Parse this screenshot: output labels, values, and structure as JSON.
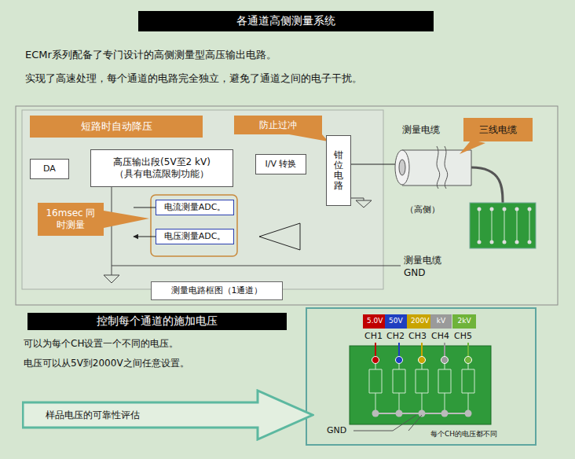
{
  "diagram": {
    "title": "各通道高侧测量系统",
    "nodes": [
      {
        "text": [
          "短路时自动降压"
        ]
      },
      {
        "text": [
          "防止过冲"
        ]
      },
      {
        "text": [
          "DA"
        ]
      },
      {
        "text": [
          "高压输出段(5V至2 kV)",
          "（具有电流限制功能）"
        ]
      },
      {
        "text": [
          "I/V 转换"
        ]
      },
      {
        "text": [
          "钳位电路"
        ]
      },
      {
        "text": [
          "电流测量ADC。"
        ]
      },
      {
        "text": [
          "电压测量ADC。"
        ]
      },
      {
        "text": [
          "16msec 同时测量"
        ]
      },
      {
        "text": [
          "三线电缆"
        ]
      },
      {
        "text": [
          "测量电路框图（1通道）"
        ]
      },
      {
        "text": [
          "控制每个通道的施加电压"
        ]
      },
      {
        "text": [
          "样品电压的可靠性评估"
        ]
      },
      {
        "text": [
          "5.0V"
        ]
      },
      {
        "text": [
          "50V"
        ]
      },
      {
        "text": [
          "200V"
        ]
      },
      {
        "text": [
          "kV"
        ]
      },
      {
        "text": [
          "2kV"
        ]
      }
    ],
    "edges": [
      {
        "from": 2,
        "to": 3,
        "arrow": "to"
      },
      {
        "from": 3,
        "to": 4,
        "arrow": "none"
      },
      {
        "from": 4,
        "to": 5,
        "arrow": "none"
      },
      {
        "from": 4,
        "to": 6,
        "arrow": "none"
      },
      {
        "from": 5,
        "to": 7,
        "arrow": "none"
      }
    ],
    "labels": [
      "ECMr系列配备了专门设计的高侧测量型高压输出电路。",
      "实现了高速处理，每个通道的电路完全独立，避免了通道之间的电子干扰。",
      "测量电缆",
      "（高侧）",
      "测量电缆",
      "GND",
      "可以为每个CH设置一个不同的电压。",
      "电压可以从5V到2000V之间任意设置。",
      "CH1",
      "CH2",
      "CH3",
      "CH4",
      "CH5",
      "GND",
      "每个CH的电压都不同"
    ]
  }
}
